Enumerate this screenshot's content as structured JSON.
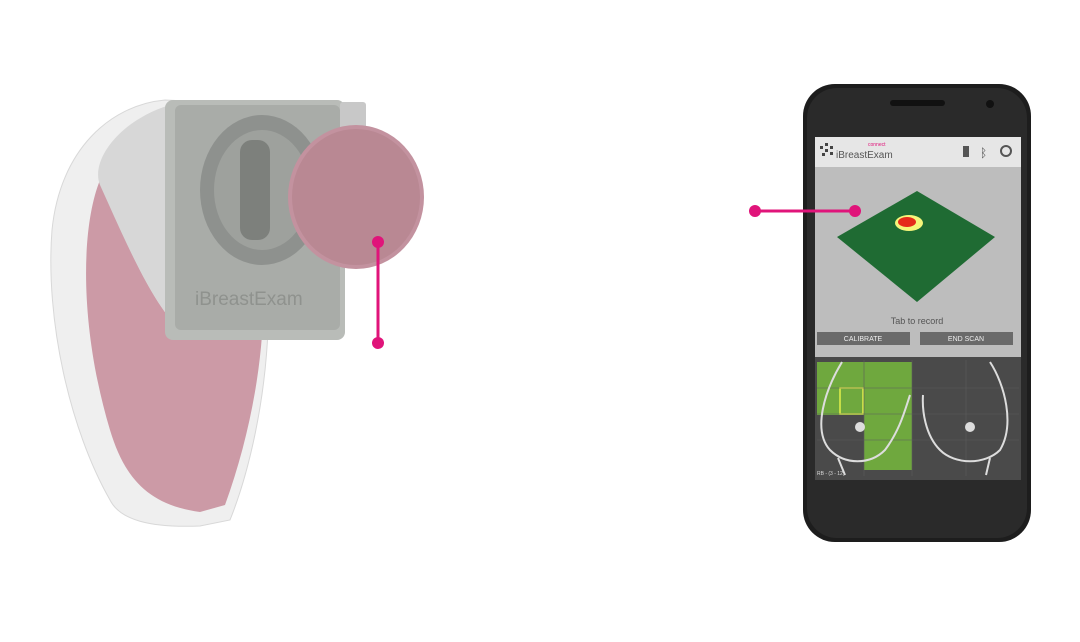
{
  "device": {
    "brand_logo": "iBreastExam"
  },
  "phone": {
    "app_logo": "iBreastExam",
    "app_logo_sub": "connect",
    "status_icons": [
      "battery-icon",
      "bluetooth-icon",
      "sync-icon"
    ],
    "prompt": "Tab to record",
    "buttons": {
      "calibrate": "CALIBRATE",
      "end_scan": "END SCAN"
    },
    "grid_label": "RB - (3 - 12)"
  },
  "colors": {
    "accent": "#e0147a",
    "pink": "#c98f9f",
    "heatmap_base": "#1f6b33",
    "grid_green": "#6fa83e"
  }
}
